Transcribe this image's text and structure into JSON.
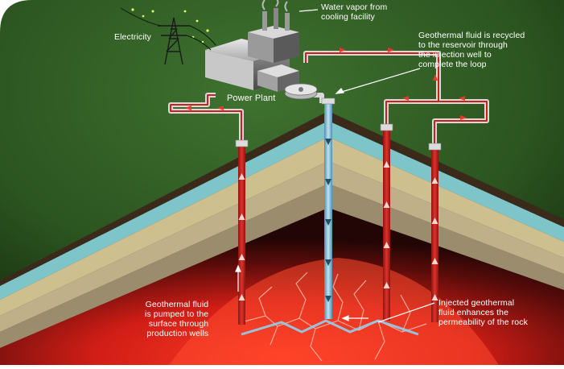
{
  "diagram": {
    "labels": {
      "electricity": "Electricity",
      "water_vapor": [
        "Water vapor from",
        "cooling facility"
      ],
      "recycled": [
        "Geothermal fluid is recycled",
        "to the reservoir through",
        "the injection well to",
        "complete the loop"
      ],
      "power_plant": "Power Plant",
      "production": [
        "Geothermal fluid",
        "is pumped to the",
        "surface through",
        "production wells"
      ],
      "injected": [
        "Injected geothermal",
        "fluid enhances the",
        "permeability of the rock"
      ]
    },
    "colors": {
      "sky": "#2f5a22",
      "sky_dark": "#10260c",
      "hot_rock": "#e0231c",
      "hot_core": "#ff4a2e",
      "well_red": "#c9211c",
      "well_blue": "#7fb8d6",
      "aquifer": "#7ec5c9",
      "sediment": "#cdbf8e"
    }
  }
}
